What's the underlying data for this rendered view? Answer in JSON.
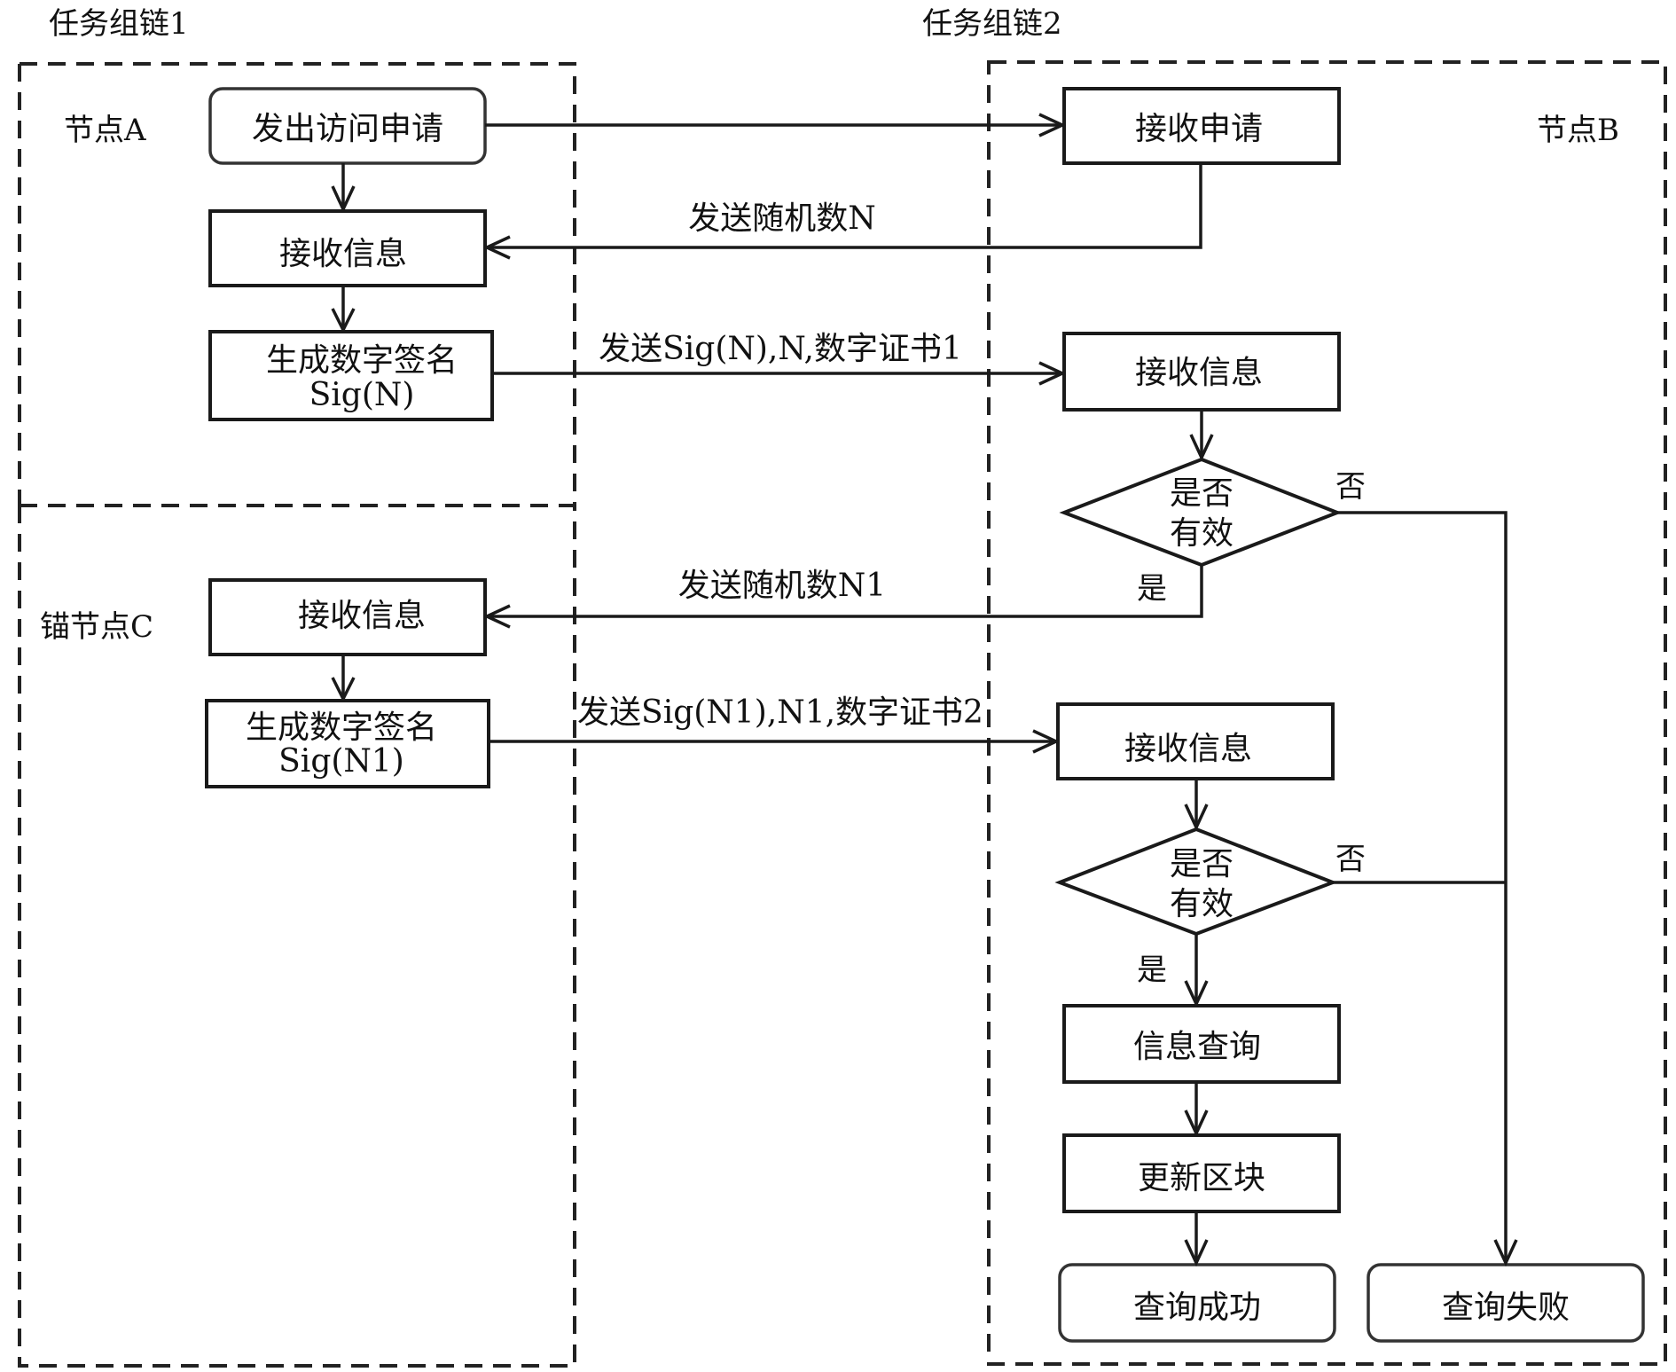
{
  "title_left": "任务组链1",
  "title_right": "任务组链2",
  "regions": {
    "node_a": "节点A",
    "node_b": "节点B",
    "anchor_c": "锚节点C"
  },
  "nodes": {
    "a_request": "发出访问申请",
    "a_receive": "接收信息",
    "a_sign_line1": "生成数字签名",
    "a_sign_line2": "Sig(N)",
    "c_receive": "接收信息",
    "c_sign_line1": "生成数字签名",
    "c_sign_line2": "Sig(N1)",
    "b_accept": "接收申请",
    "b_receive1": "接收信息",
    "b_valid1_line1": "是否",
    "b_valid1_line2": "有效",
    "b_receive2": "接收信息",
    "b_valid2_line1": "是否",
    "b_valid2_line2": "有效",
    "b_query": "信息查询",
    "b_update": "更新区块",
    "b_success": "查询成功",
    "b_fail": "查询失败"
  },
  "edges": {
    "send_random_n": "发送随机数N",
    "send_sig_n": "发送Sig(N),N,数字证书1",
    "send_random_n1": "发送随机数N1",
    "send_sig_n1": "发送Sig(N1),N1,数字证书2",
    "yes1": "是",
    "no1": "否",
    "yes2": "是",
    "no2": "否"
  }
}
